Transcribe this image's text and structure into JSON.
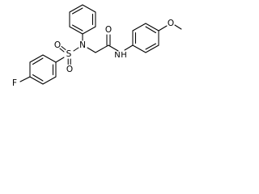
{
  "molecule": {
    "atoms": {
      "fluorine": "F",
      "sulfur": "S",
      "sulfonyl_oxygen_left": "O",
      "sulfonyl_oxygen_bottom": "O",
      "sulfonamide_nitrogen": "N",
      "carbonyl_oxygen": "O",
      "amide_nitrogen": "N",
      "amide_hydrogen": "H",
      "methoxy_oxygen": "O"
    }
  }
}
